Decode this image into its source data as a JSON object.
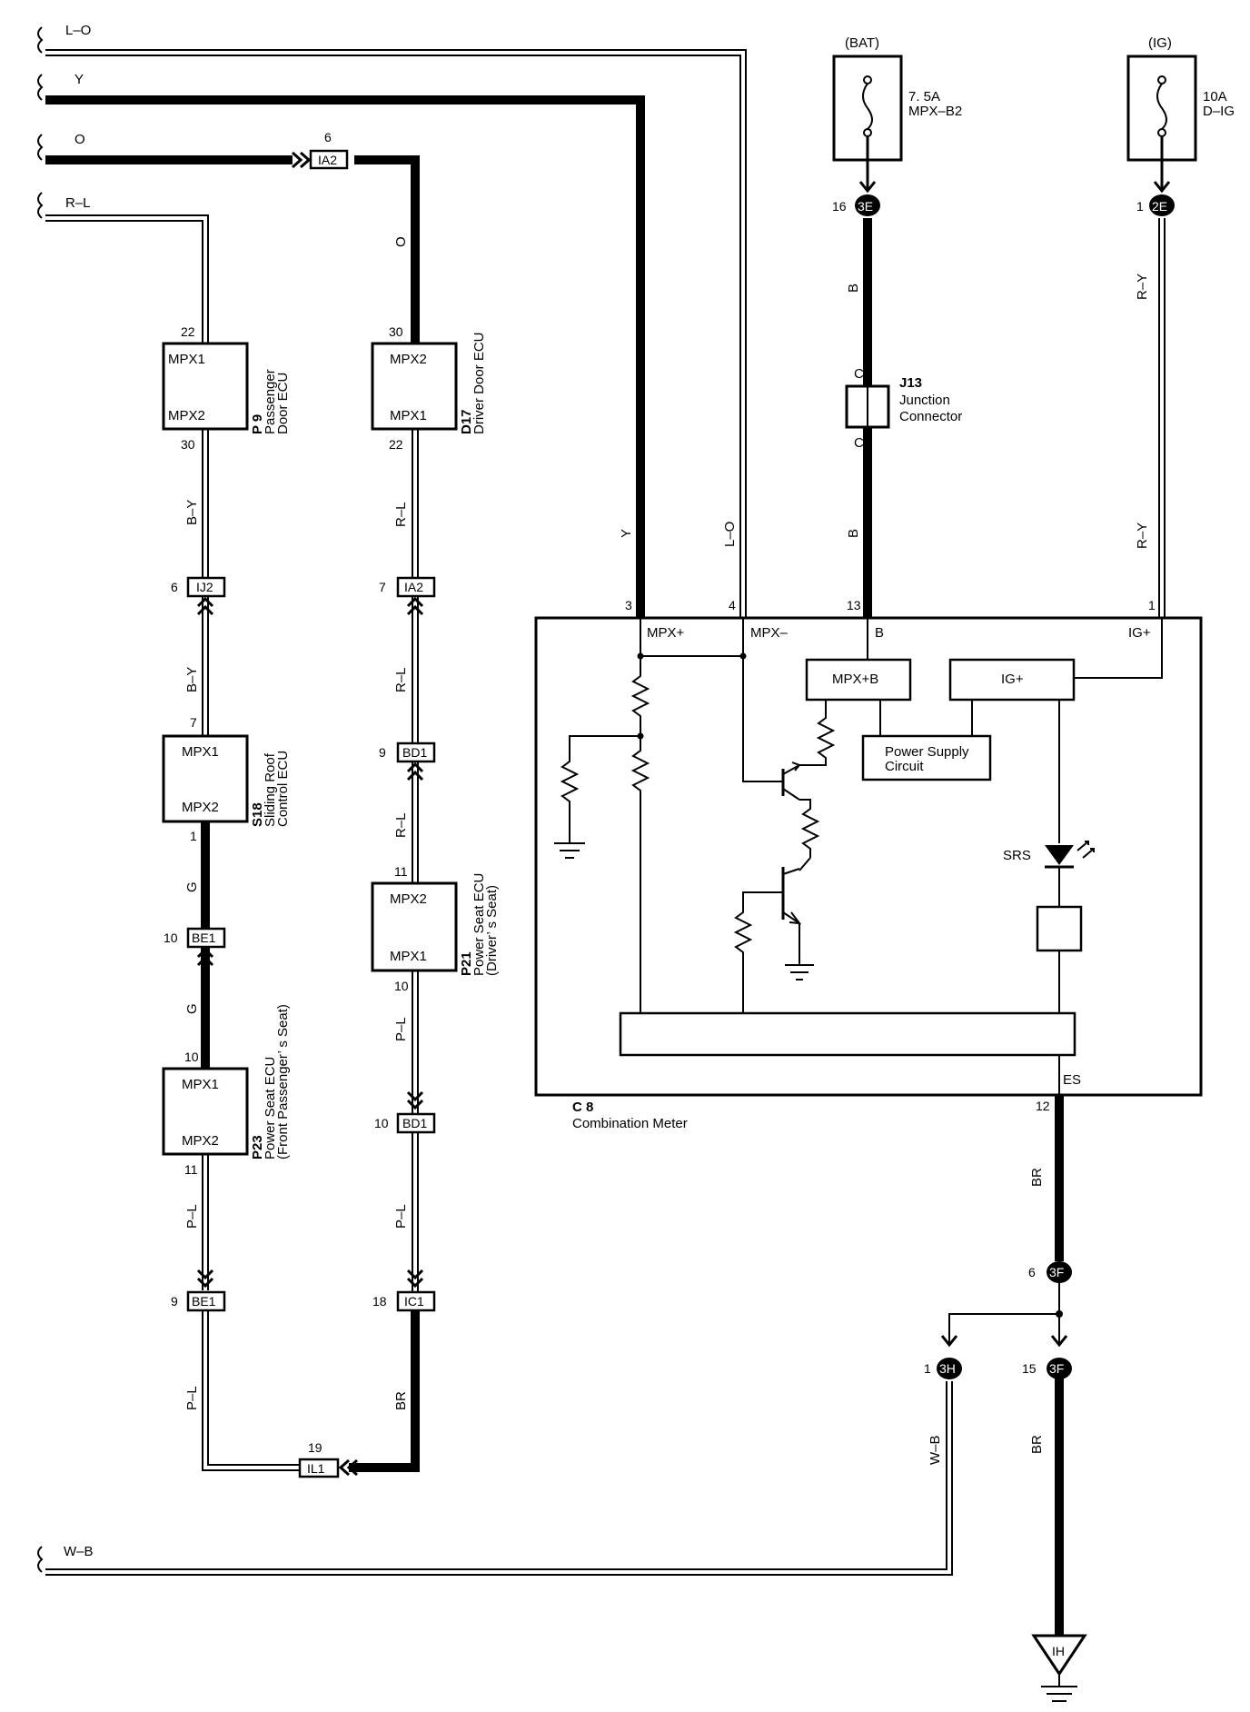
{
  "wires": {
    "l_o": "L–O",
    "y": "Y",
    "o": "O",
    "r_l": "R–L",
    "w_b": "W–B",
    "b_y": "B–Y",
    "g": "G",
    "p_l": "P–L",
    "br": "BR",
    "b": "B",
    "r_y": "R–Y",
    "c": "C"
  },
  "fuses": {
    "bat": {
      "source": "(BAT)",
      "rating": "7. 5A",
      "name": "MPX–B2"
    },
    "ig": {
      "source": "(IG)",
      "rating": "10A",
      "name": "D–IG"
    }
  },
  "connectors": {
    "ia2_top": {
      "code": "IA2",
      "pin": "6"
    },
    "ij2": {
      "code": "IJ2",
      "pin": "6"
    },
    "ia2_mid": {
      "code": "IA2",
      "pin": "7"
    },
    "bd1_a": {
      "code": "BD1",
      "pin": "9"
    },
    "be1_a": {
      "code": "BE1",
      "pin": "10"
    },
    "bd1_b": {
      "code": "BD1",
      "pin": "10"
    },
    "be1_b": {
      "code": "BE1",
      "pin": "9"
    },
    "ic1": {
      "code": "IC1",
      "pin": "18"
    },
    "il1": {
      "code": "IL1",
      "pin": "19"
    },
    "c3e": {
      "code": "3E",
      "pin": "16"
    },
    "c2e": {
      "code": "2E",
      "pin": "1"
    },
    "c3f_a": {
      "code": "3F",
      "pin": "6"
    },
    "c3h": {
      "code": "3H",
      "pin": "1"
    },
    "c3f_b": {
      "code": "3F",
      "pin": "15"
    },
    "ground": "IH"
  },
  "ecus": {
    "p9": {
      "id": "P 9",
      "name1": "Passenger",
      "name2": "Door ECU",
      "top": "MPX1",
      "bottom": "MPX2",
      "pin_top": "22",
      "pin_bottom": "30"
    },
    "d17": {
      "id": "D17",
      "name1": "Driver Door ECU",
      "top": "MPX2",
      "bottom": "MPX1",
      "pin_top": "30",
      "pin_bottom": "22"
    },
    "s18": {
      "id": "S18",
      "name1": "Sliding Roof",
      "name2": "Control ECU",
      "top": "MPX1",
      "bottom": "MPX2",
      "pin_top": "7",
      "pin_bottom": "1"
    },
    "p21": {
      "id": "P21",
      "name1": "Power Seat ECU",
      "name2": "(Driver’ s Seat)",
      "top": "MPX2",
      "bottom": "MPX1",
      "pin_top": "11",
      "pin_bottom": "10"
    },
    "p23": {
      "id": "P23",
      "name1": "Power Seat ECU",
      "name2": "(Front Passenger’ s Seat)",
      "top": "MPX1",
      "bottom": "MPX2",
      "pin_top": "10",
      "pin_bottom": "11"
    }
  },
  "junction": {
    "id": "J13",
    "name1": "Junction",
    "name2": "Connector"
  },
  "meter": {
    "id": "C 8",
    "name": "Combination Meter",
    "terminals": {
      "mpx_plus": "MPX+",
      "mpx_minus": "MPX–",
      "b": "B",
      "ig_plus": "IG+",
      "es": "ES"
    },
    "pins": {
      "mpx_plus": "3",
      "mpx_minus": "4",
      "b": "13",
      "ig_plus": "1",
      "es": "12"
    },
    "blocks": {
      "mpx_b": "MPX+B",
      "ig": "IG+",
      "power_supply_1": "Power Supply",
      "power_supply_2": "Circuit",
      "srs": "SRS"
    }
  }
}
